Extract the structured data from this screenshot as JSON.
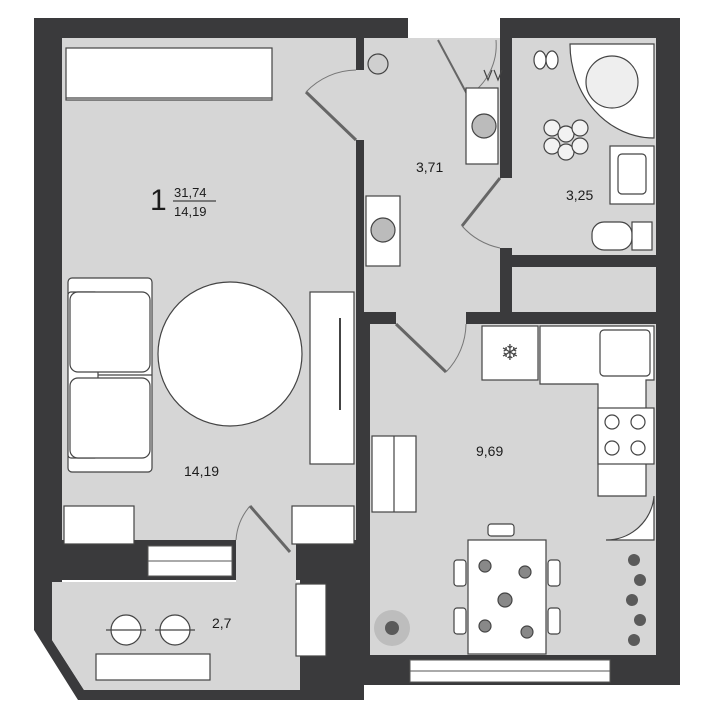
{
  "apartment": {
    "rooms_count": "1",
    "total_area": "31,74",
    "living_area": "14,19"
  },
  "rooms": {
    "living": {
      "area": "14,19"
    },
    "hall": {
      "area": "3,71"
    },
    "bathroom": {
      "area": "3,25"
    },
    "kitchen": {
      "area": "9,69"
    },
    "balcony": {
      "area": "2,7"
    }
  },
  "colors": {
    "wall": "#3a3a3c",
    "floor": "#d6d6d6",
    "furniture": "#ffffff",
    "outline": "#555555",
    "text": "#1c1c1c"
  }
}
